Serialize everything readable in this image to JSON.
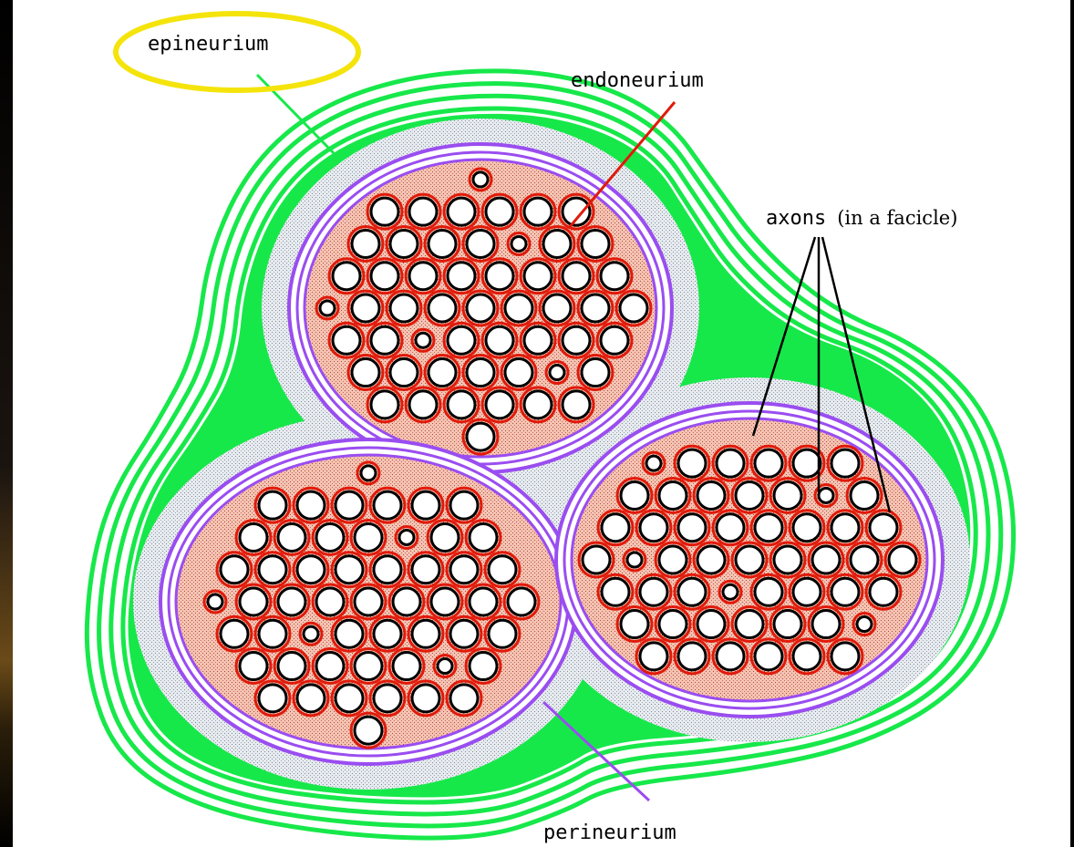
{
  "labels": {
    "epineurium": "epineurium",
    "endoneurium": "endoneurium",
    "axons": "axons",
    "axons_note": "(in a facicle)",
    "perineurium": "perineurium"
  },
  "colors": {
    "background": "#ffffff",
    "epineurium_line": "#17e84a",
    "perineurium_line": "#9a4df0",
    "endoneurium_line": "#e01a0a",
    "fascicle_fill": "#d8806a",
    "stroma_fill": "#c8cfd6",
    "highlight_ring": "#f4e40c",
    "frame": "#000000"
  }
}
